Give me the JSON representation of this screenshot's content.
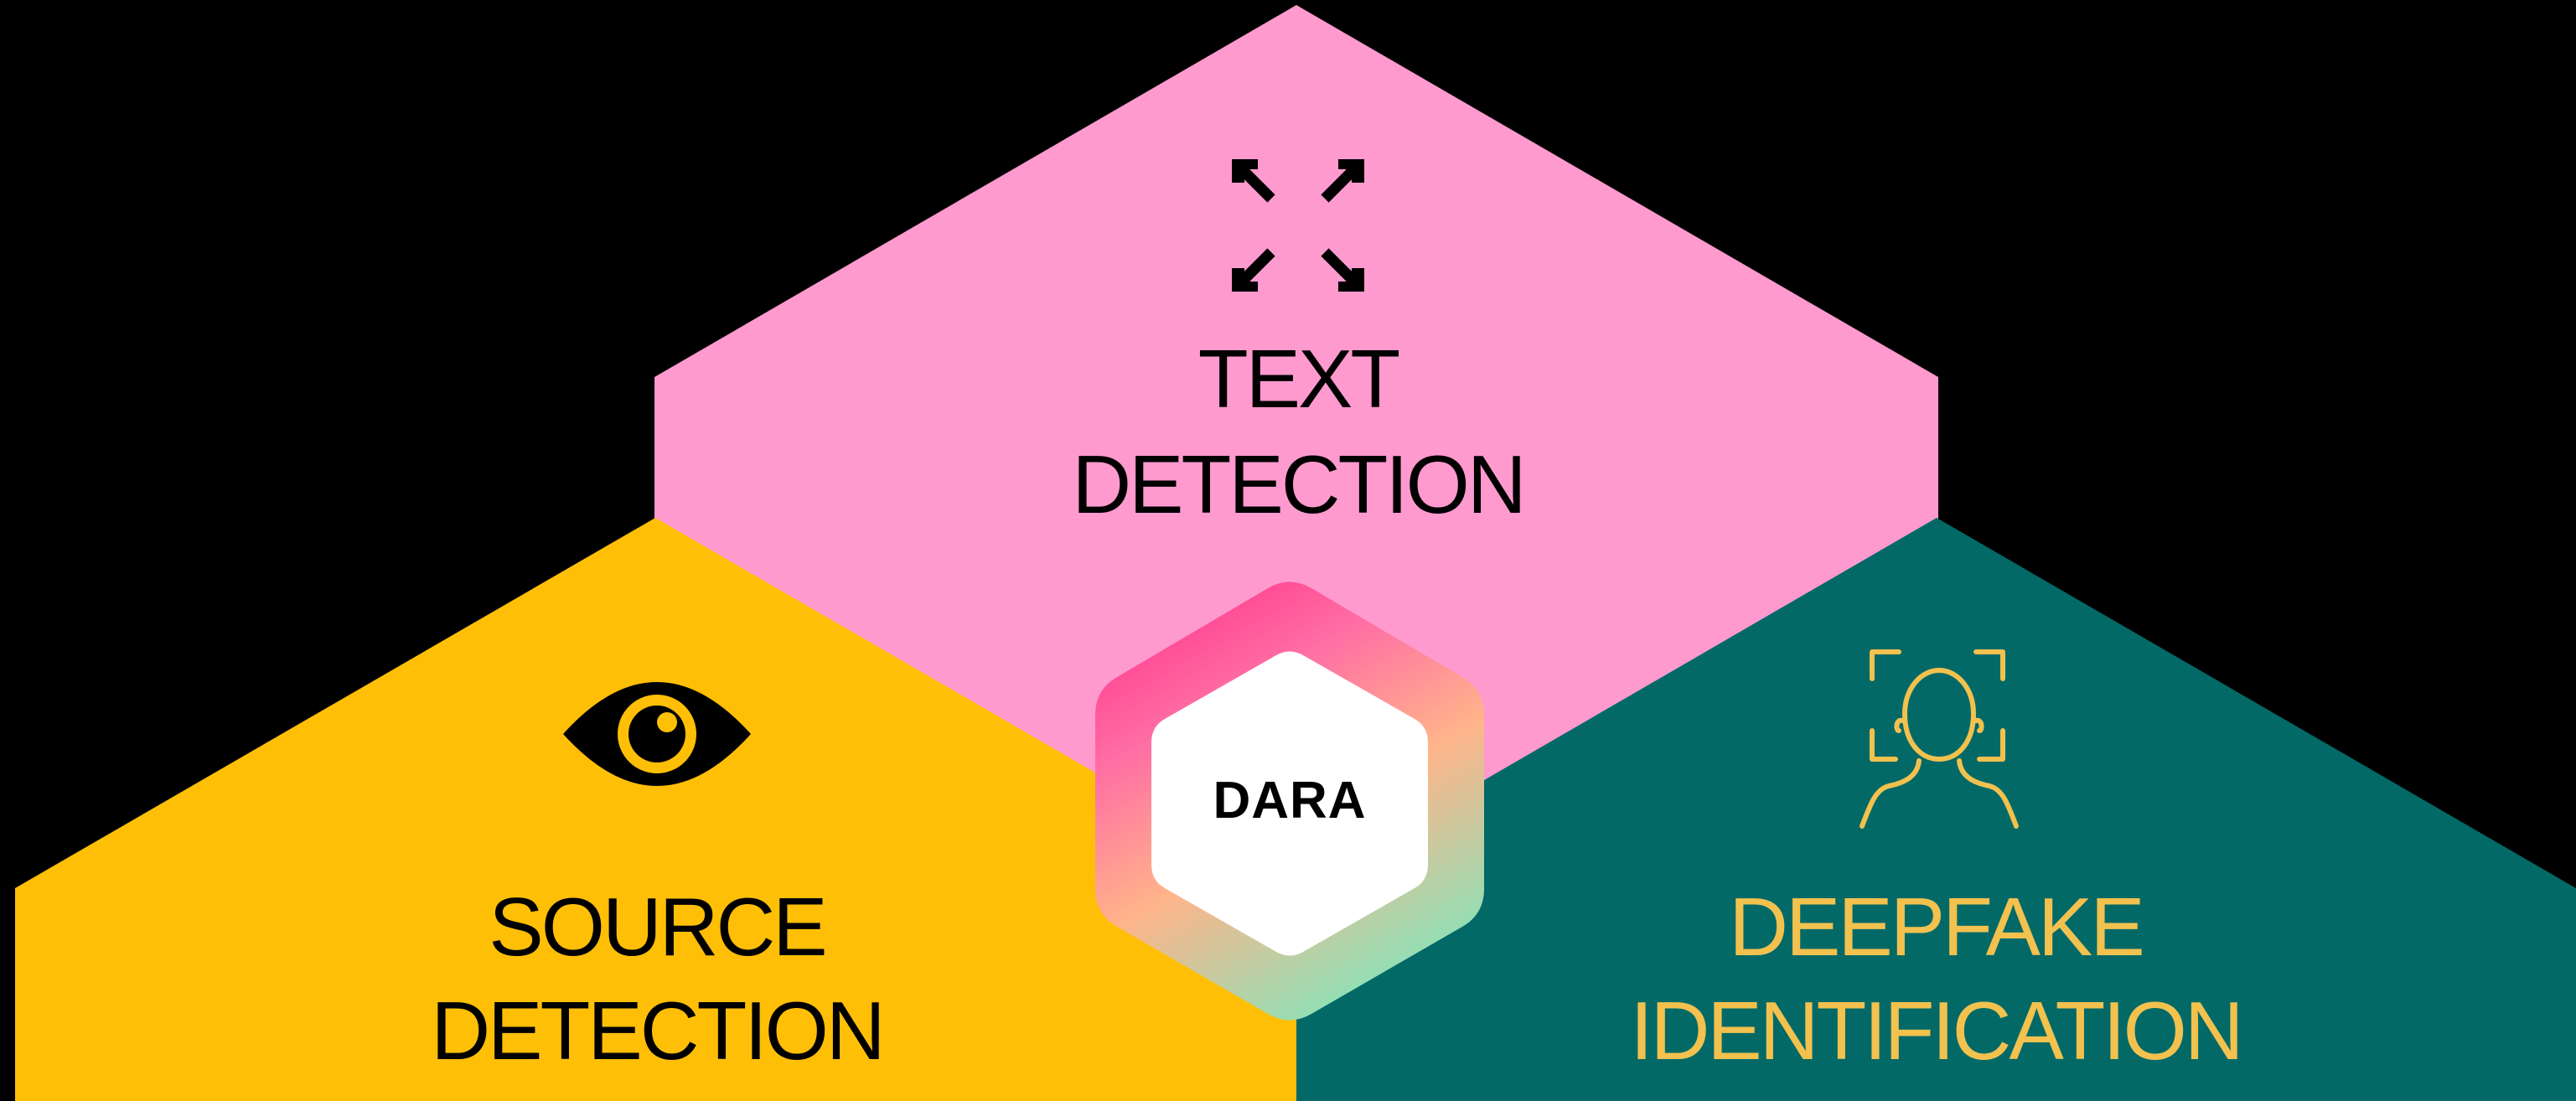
{
  "colors": {
    "background": "#000000",
    "text_panel": "#FF9ACF",
    "source_panel": "#FFBF07",
    "deepfake_panel": "#026967",
    "dark_text": "#000000",
    "deepfake_text": "#F2C14E",
    "core_fill": "#FFFFFF",
    "ring_gradient": [
      "#FF3D8F",
      "#FFB48A",
      "#7CE8BE"
    ]
  },
  "panels": {
    "text": {
      "icon": "expand-arrows-icon",
      "line1": "TEXT",
      "line2": "DETECTION"
    },
    "source": {
      "icon": "eye-icon",
      "line1": "SOURCE",
      "line2": "DETECTION"
    },
    "deepfake": {
      "icon": "face-scan-icon",
      "line1": "DEEPFAKE",
      "line2": "IDENTIFICATION"
    }
  },
  "core": {
    "label": "DARA"
  }
}
